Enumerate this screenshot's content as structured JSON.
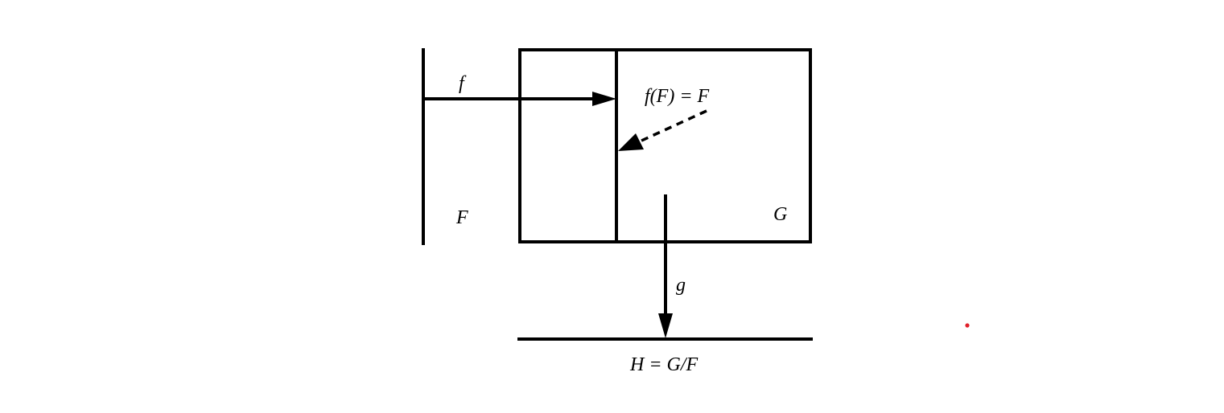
{
  "diagram": {
    "labels": {
      "f": "f",
      "F": "F",
      "G": "G",
      "g": "g",
      "image": "f(F) = F",
      "quotient": "H = G/F"
    },
    "colors": {
      "stroke": "#000000",
      "dot": "#e0202a",
      "background": "#ffffff"
    }
  }
}
